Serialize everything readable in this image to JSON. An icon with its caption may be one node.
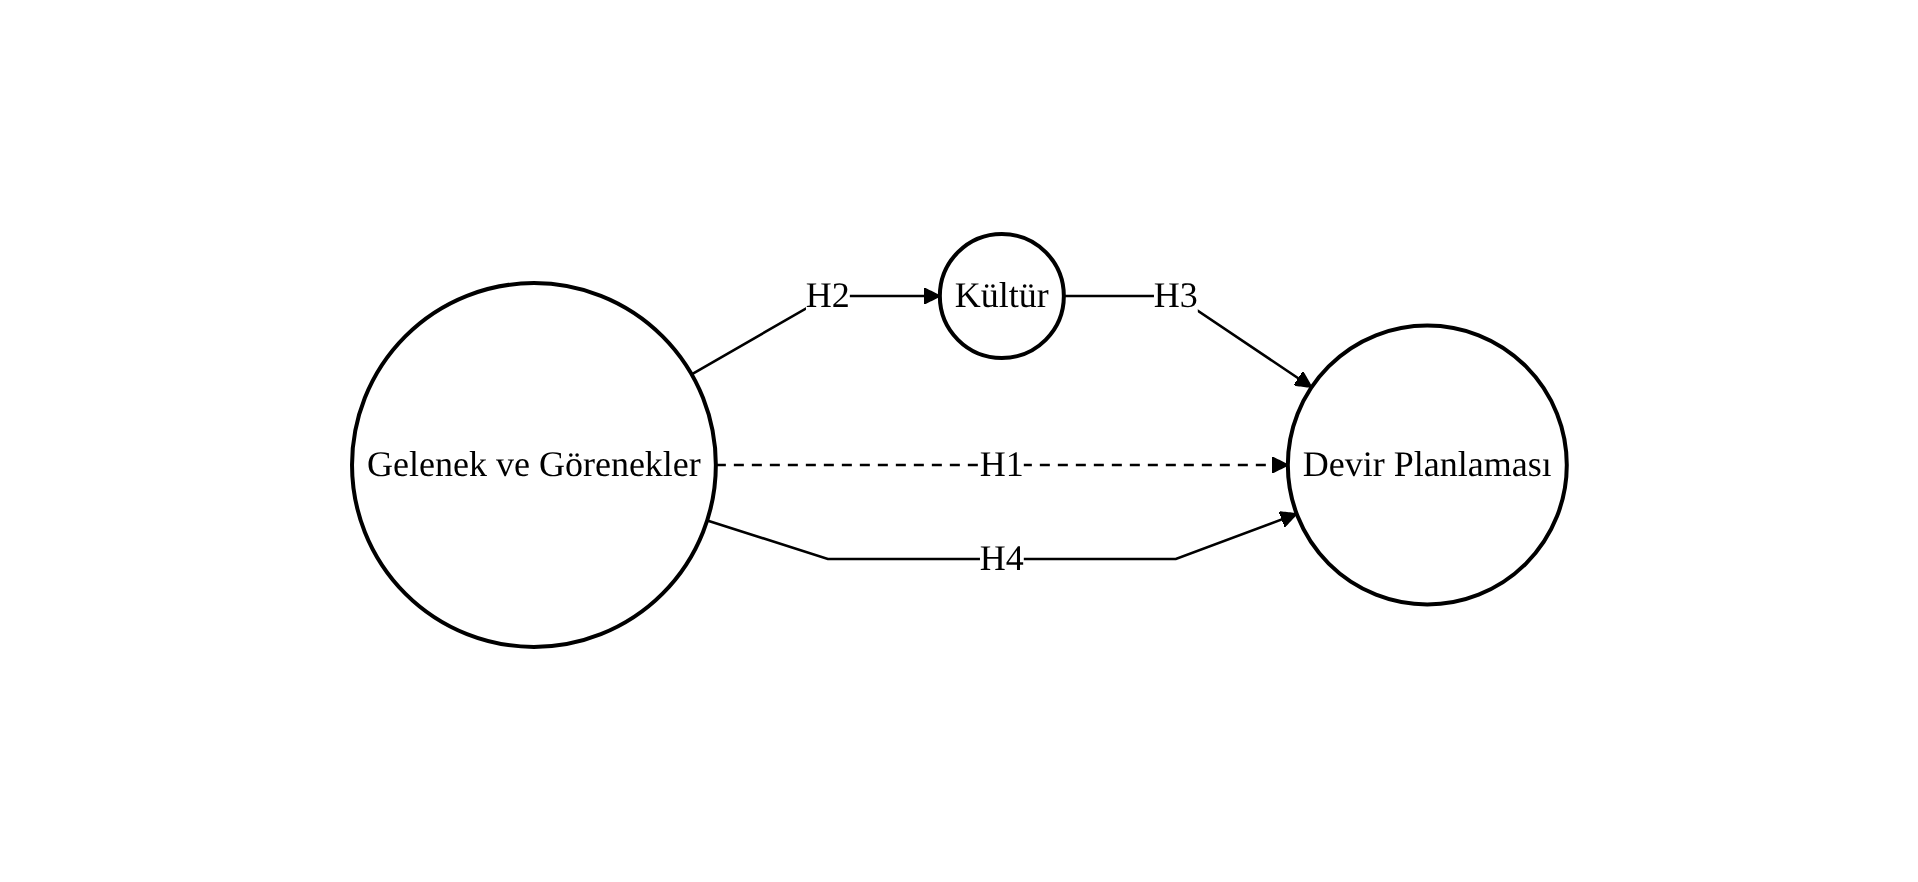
{
  "diagram": {
    "nodes": [
      {
        "text": [
          "Kültür"
        ]
      },
      {
        "text": [
          "Gelenek ve Görenekler"
        ]
      },
      {
        "text": [
          "Devir Planlaması"
        ]
      }
    ],
    "edges": [
      {
        "from": 1,
        "to": 0,
        "arrow": "to",
        "label": "H2"
      },
      {
        "from": 0,
        "to": 2,
        "arrow": "to",
        "label": "H3"
      },
      {
        "from": 1,
        "to": 2,
        "arrow": "to",
        "label": "H1",
        "style": "dashed"
      },
      {
        "from": 1,
        "to": 2,
        "arrow": "to",
        "label": "H4"
      }
    ]
  }
}
